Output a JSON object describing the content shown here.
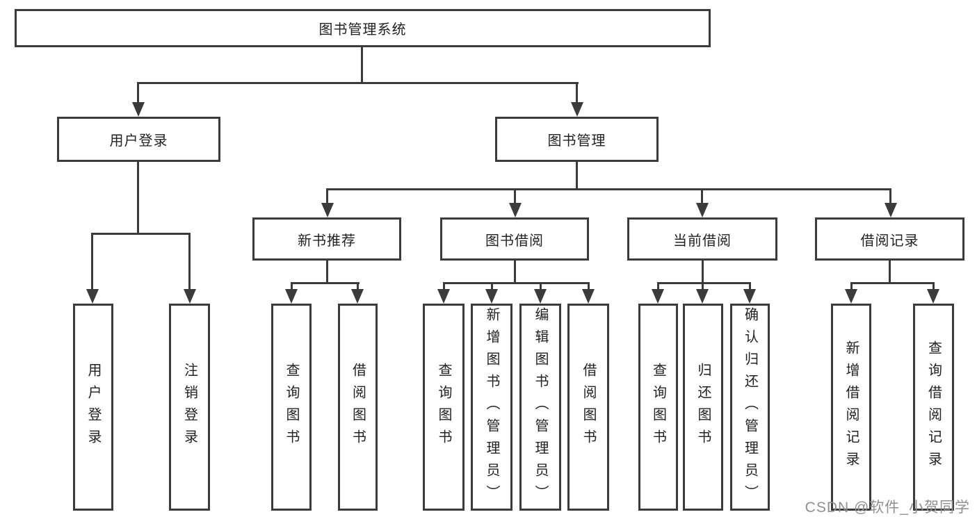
{
  "tree": {
    "root": {
      "label": "图书管理系统"
    },
    "branches": [
      {
        "label": "用户登录",
        "children": [
          {
            "label": "用户登录"
          },
          {
            "label": "注销登录"
          }
        ]
      },
      {
        "label": "图书管理",
        "children": [
          {
            "label": "新书推荐",
            "children": [
              {
                "label": "查询图书"
              },
              {
                "label": "借阅图书"
              }
            ]
          },
          {
            "label": "图书借阅",
            "children": [
              {
                "label": "查询图书"
              },
              {
                "label": "新增图书（管理员）"
              },
              {
                "label": "编辑图书（管理员）"
              },
              {
                "label": "借阅图书"
              }
            ]
          },
          {
            "label": "当前借阅",
            "children": [
              {
                "label": "查询图书"
              },
              {
                "label": "归还图书"
              },
              {
                "label": "确认归还（管理员）"
              }
            ]
          },
          {
            "label": "借阅记录",
            "children": [
              {
                "label": "新增借阅记录"
              },
              {
                "label": "查询借阅记录"
              }
            ]
          }
        ]
      }
    ]
  },
  "watermark": {
    "text": "CSDN @软件_小贺同学"
  },
  "colors": {
    "line": "#3b3b3b",
    "text": "#222222",
    "watermark": "#8f8f8f",
    "background": "#ffffff"
  }
}
